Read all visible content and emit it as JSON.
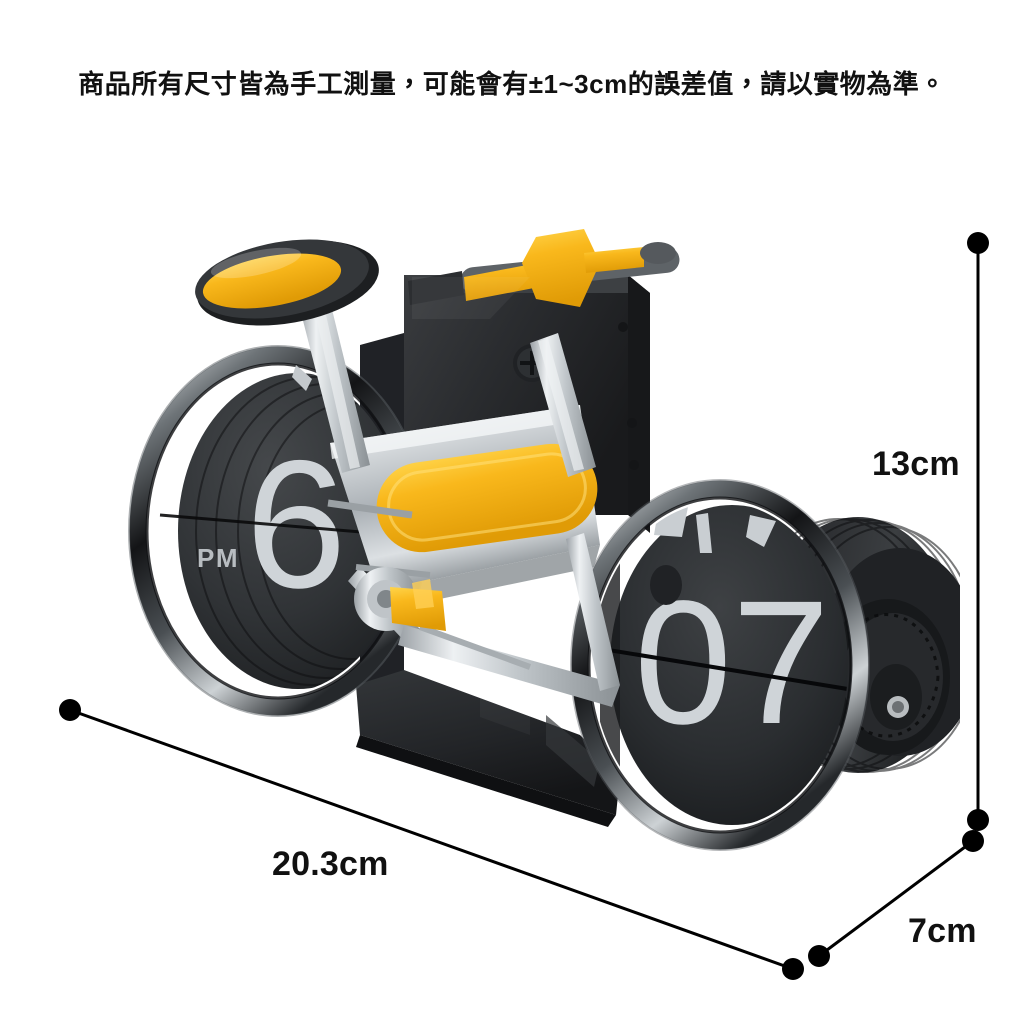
{
  "disclaimer": {
    "text": "商品所有尺寸皆為手工測量，可能會有±1~3cm的誤差值，請以實物為準。"
  },
  "dimensions": {
    "height": {
      "label": "13cm",
      "value": 13,
      "unit": "cm",
      "axis": "height"
    },
    "width": {
      "label": "20.3cm",
      "value": 20.3,
      "unit": "cm",
      "axis": "width"
    },
    "depth": {
      "label": "7cm",
      "value": 7,
      "unit": "cm",
      "axis": "depth"
    }
  },
  "product": {
    "name": "bicycle-flip-clock",
    "display_left": {
      "digits": "6",
      "meridiem": "PM"
    },
    "display_right": {
      "digits": "07"
    },
    "colors": {
      "accent_yellow": "#F5B11B",
      "body_black": "#2B2B2D",
      "frame_silver": "#C8CCCF",
      "rim_dark": "#1A1A1C",
      "card_face": "#2E3032",
      "card_text": "#D7DADC",
      "background": "#FFFFFF"
    },
    "parts": [
      "saddle",
      "seat-post",
      "handlebar",
      "handlebar-grip",
      "frame",
      "front-wheel-clock",
      "rear-wheel-clock",
      "flip-card-stack",
      "crank-gear",
      "base-stand",
      "screw"
    ]
  },
  "annotation": {
    "line_color": "#000000",
    "dot_radius": 11,
    "line_width": 3
  }
}
